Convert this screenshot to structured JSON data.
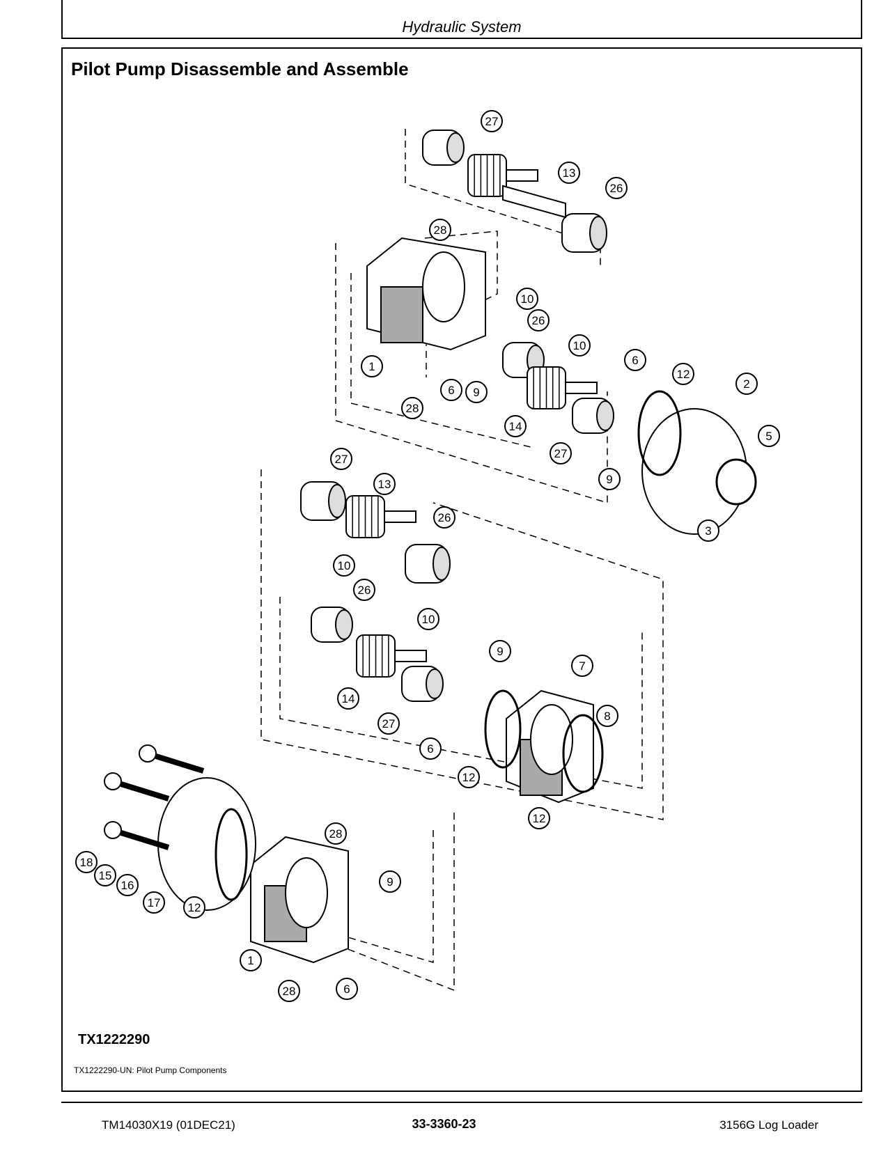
{
  "header": {
    "section": "Hydraulic System"
  },
  "main": {
    "title": "Pilot Pump Disassemble and Assemble",
    "figure_code": "TX1222290",
    "caption": "TX1222290-UN: Pilot Pump Components"
  },
  "callouts": [
    "27",
    "13",
    "26",
    "28",
    "10",
    "26",
    "1",
    "6",
    "9",
    "28",
    "10",
    "6",
    "12",
    "2",
    "5",
    "14",
    "27",
    "9",
    "3",
    "27",
    "13",
    "26",
    "10",
    "26",
    "10",
    "9",
    "7",
    "14",
    "27",
    "8",
    "6",
    "12",
    "12",
    "28",
    "9",
    "18",
    "15",
    "16",
    "17",
    "12",
    "1",
    "28",
    "6"
  ],
  "footer": {
    "manual_id": "TM14030X19 (01DEC21)",
    "page_number": "33-3360-23",
    "machine": "3156G Log Loader"
  }
}
